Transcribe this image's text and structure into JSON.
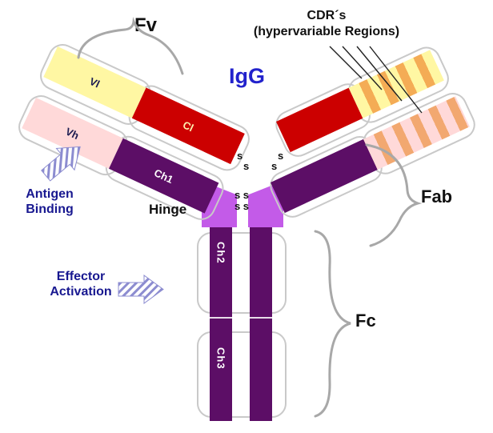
{
  "diagram": {
    "title": "IgG",
    "regions": {
      "fv": "Fv",
      "fab": "Fab",
      "fc": "Fc",
      "hinge": "Hinge",
      "cdr_title": "CDR´s",
      "cdr_subtitle": "(hypervariable Regions)"
    },
    "annotations": {
      "antigen_binding_line1": "Antigen",
      "antigen_binding_line2": "Binding",
      "effector_line1": "Effector",
      "effector_line2": "Activation"
    },
    "domains": {
      "vl": "Vl",
      "vh": "Vh",
      "cl": "Cl",
      "ch1": "Ch1",
      "ch2": "Ch2",
      "ch3": "Ch3"
    },
    "bonds": {
      "disulfide": "s",
      "hinge_pair": "s s"
    },
    "colors": {
      "light-chain-v": "#FFF7A3",
      "heavy-chain-v": "#FFD9D9",
      "light-chain-c": "#CC0000",
      "heavy-chain-c": "#5C0E66",
      "hinge": "#C35BE8",
      "cdr-stripe": "#F4AC55",
      "pink-stripe": "#F2A870",
      "title-blue": "#2222CC",
      "annotation-navy": "#181890",
      "brace-gray": "#A8A8A8",
      "loop-gray": "#C9C9C9",
      "arrow-hatch": "#8C8CD0"
    }
  }
}
